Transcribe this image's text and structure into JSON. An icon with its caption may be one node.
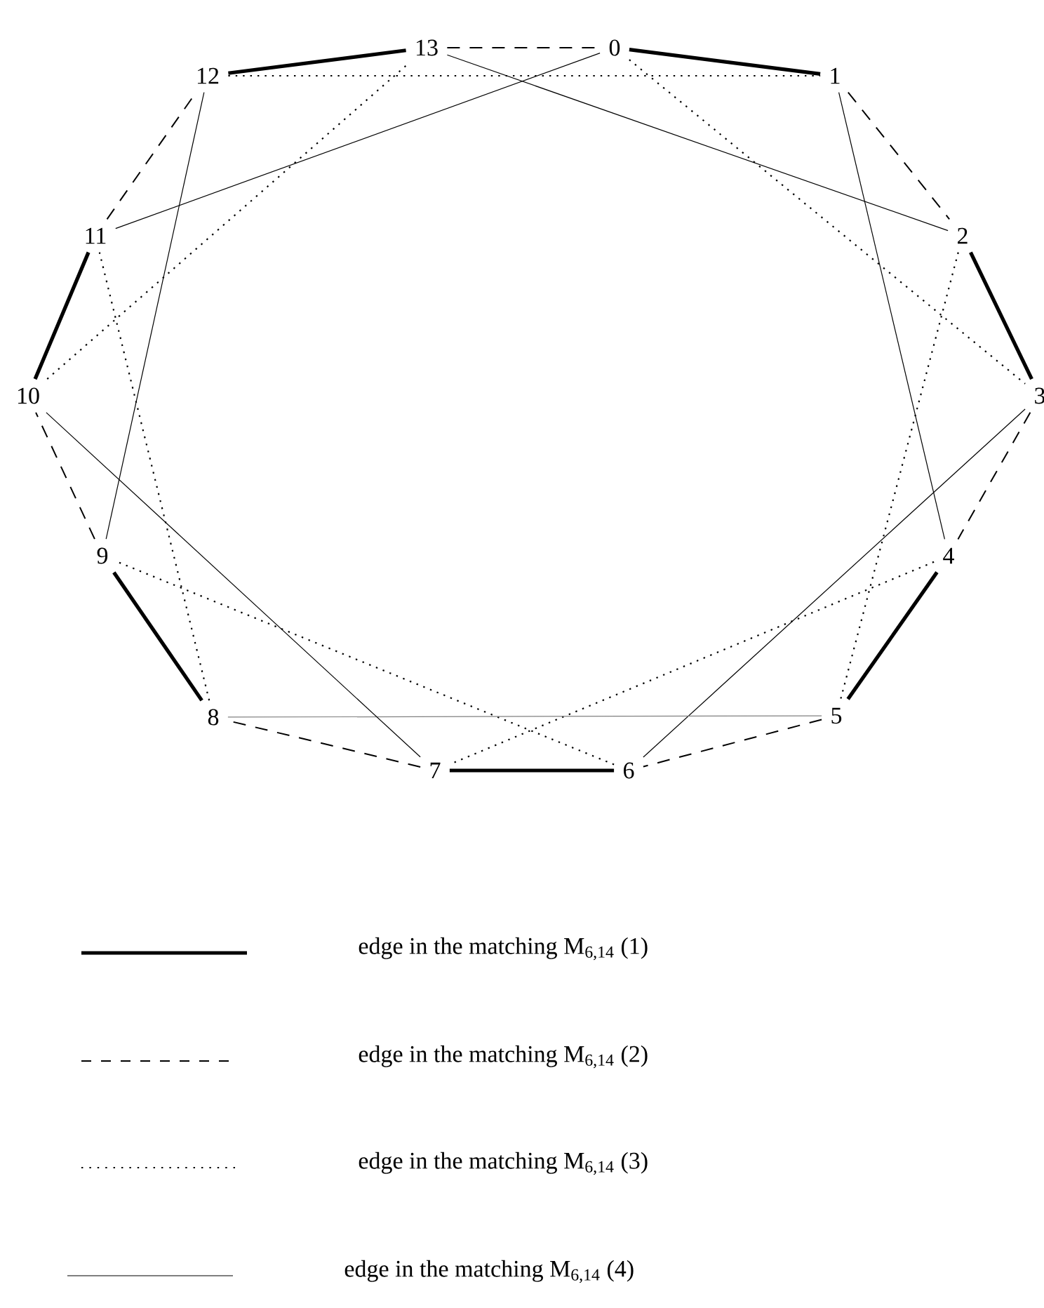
{
  "diagram": {
    "nodes": [
      {
        "text": [
          "0"
        ]
      },
      {
        "text": [
          "1"
        ]
      },
      {
        "text": [
          "2"
        ]
      },
      {
        "text": [
          "3"
        ]
      },
      {
        "text": [
          "4"
        ]
      },
      {
        "text": [
          "5"
        ]
      },
      {
        "text": [
          "6"
        ]
      },
      {
        "text": [
          "7"
        ]
      },
      {
        "text": [
          "8"
        ]
      },
      {
        "text": [
          "9"
        ]
      },
      {
        "text": [
          "10"
        ]
      },
      {
        "text": [
          "11"
        ]
      },
      {
        "text": [
          "12"
        ]
      },
      {
        "text": [
          "13"
        ]
      }
    ],
    "edges": [
      {
        "from": 13,
        "to": 12,
        "arrow": "none",
        "style": "thick"
      },
      {
        "from": 0,
        "to": 1,
        "arrow": "none",
        "style": "thick"
      },
      {
        "from": 2,
        "to": 3,
        "arrow": "none",
        "style": "thick"
      },
      {
        "from": 4,
        "to": 5,
        "arrow": "none",
        "style": "thick"
      },
      {
        "from": 6,
        "to": 7,
        "arrow": "none",
        "style": "thick"
      },
      {
        "from": 8,
        "to": 9,
        "arrow": "none",
        "style": "thick"
      },
      {
        "from": 10,
        "to": 11,
        "arrow": "none",
        "style": "thick"
      },
      {
        "from": 13,
        "to": 0,
        "arrow": "none",
        "style": "dashed"
      },
      {
        "from": 1,
        "to": 2,
        "arrow": "none",
        "style": "dashed"
      },
      {
        "from": 3,
        "to": 4,
        "arrow": "none",
        "style": "dashed"
      },
      {
        "from": 5,
        "to": 6,
        "arrow": "none",
        "style": "dashed"
      },
      {
        "from": 7,
        "to": 8,
        "arrow": "none",
        "style": "dashed"
      },
      {
        "from": 9,
        "to": 10,
        "arrow": "none",
        "style": "dashed"
      },
      {
        "from": 11,
        "to": 12,
        "arrow": "none",
        "style": "dashed"
      },
      {
        "from": 12,
        "to": 1,
        "arrow": "none",
        "style": "dashed"
      },
      {
        "from": 0,
        "to": 3,
        "arrow": "none",
        "style": "dashed"
      },
      {
        "from": 2,
        "to": 5,
        "arrow": "none",
        "style": "dashed"
      },
      {
        "from": 4,
        "to": 7,
        "arrow": "none",
        "style": "dashed"
      },
      {
        "from": 6,
        "to": 9,
        "arrow": "none",
        "style": "dashed"
      },
      {
        "from": 8,
        "to": 11,
        "arrow": "none",
        "style": "dashed"
      },
      {
        "from": 10,
        "to": 13,
        "arrow": "none",
        "style": "dashed"
      },
      {
        "from": 13,
        "to": 2,
        "arrow": "none"
      },
      {
        "from": 1,
        "to": 4,
        "arrow": "none"
      },
      {
        "from": 3,
        "to": 6,
        "arrow": "none"
      },
      {
        "from": 5,
        "to": 8,
        "arrow": "none",
        "color": "#808080"
      },
      {
        "from": 7,
        "to": 10,
        "arrow": "none"
      },
      {
        "from": 9,
        "to": 12,
        "arrow": "none"
      },
      {
        "from": 11,
        "to": 0,
        "arrow": "none"
      }
    ],
    "legend": [
      {
        "text": "edge in the matching M$_{6,14}$ (1)"
      },
      {
        "text": "edge in the matching M$_{6,14}$ (2)"
      },
      {
        "text": "edge in the matching M$_{6,14}$ (3)"
      },
      {
        "text": "edge in the matching M$_{6,14}$ (4)"
      }
    ]
  }
}
